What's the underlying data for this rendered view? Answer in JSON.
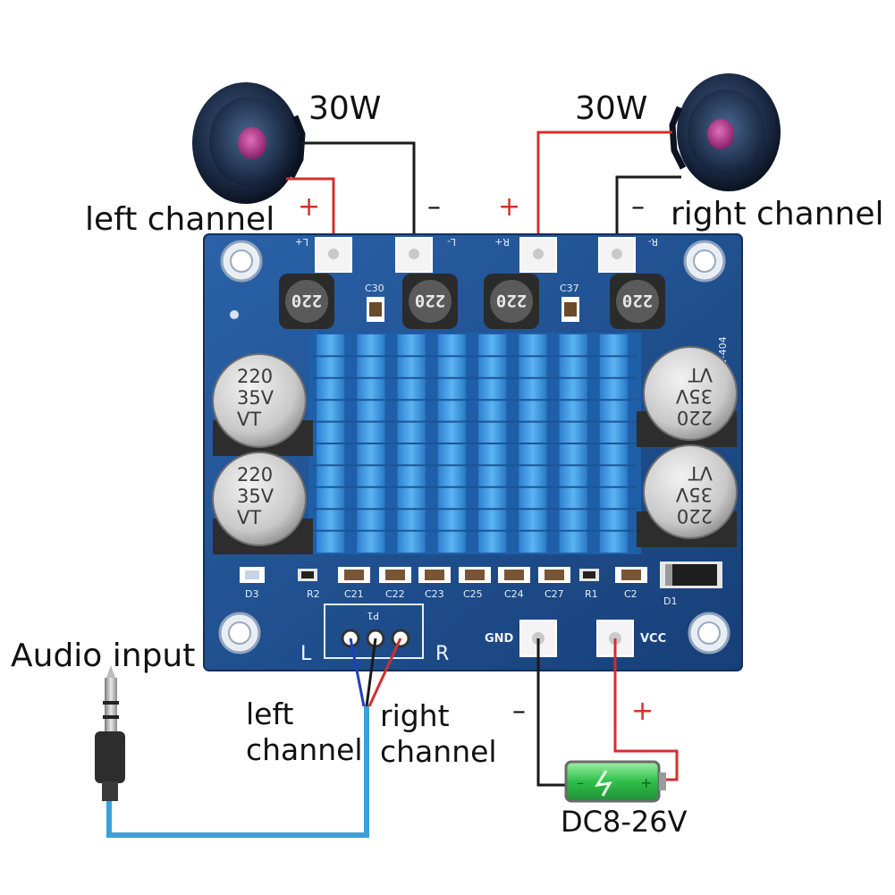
{
  "labels": {
    "left_power": "30W",
    "right_power": "30W",
    "left_channel": "left channel",
    "right_channel": "right channel",
    "audio_input": "Audio input",
    "wire_left_1": "left",
    "wire_left_2": "channel",
    "wire_right_1": "right",
    "wire_right_2": "channel",
    "supply": "DC8-26V",
    "plus": "+",
    "minus": "–"
  },
  "board": {
    "terminals": [
      "L+",
      "L-",
      "R+",
      "R-"
    ],
    "power_terminals": [
      "GND",
      "VCC"
    ],
    "inductor_value": "220",
    "capacitor_lines": [
      "220",
      "35V",
      "VT"
    ],
    "model": "HW-404",
    "input_header": "P1",
    "side_left": "L",
    "side_right": "R",
    "components_top": [
      "C30",
      "C37"
    ],
    "components_bottom": [
      "D3",
      "R2",
      "C21",
      "C22",
      "C23",
      "C25",
      "C24",
      "C27",
      "R1",
      "C2",
      "D1"
    ]
  },
  "colors": {
    "board_blue": "#1f4f8f",
    "heatsink_blue": "#3d9be6",
    "wire_red": "#d0312d",
    "wire_black": "#1a1a1a",
    "wire_blue": "#3aa0d8",
    "battery_green": "#2fbf4a"
  }
}
